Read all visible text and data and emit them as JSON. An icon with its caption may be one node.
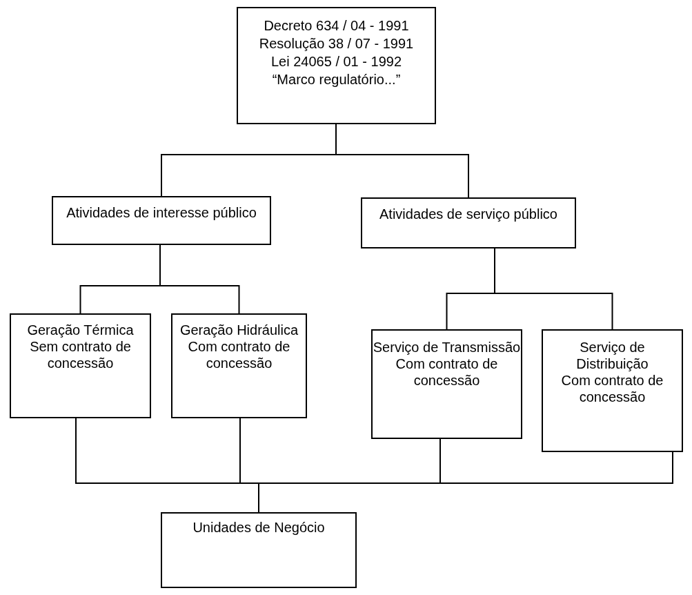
{
  "diagram": {
    "nodes": [
      {
        "text": [
          "Decreto 634 / 04 - 1991",
          "Resolução 38 / 07 - 1991",
          "Lei 24065 / 01 - 1992",
          "“Marco regulatório...”"
        ]
      },
      {
        "text": [
          "Atividades de interesse público"
        ]
      },
      {
        "text": [
          "Atividades de serviço público"
        ]
      },
      {
        "text": [
          "Geração Térmica",
          "Sem contrato de concessão"
        ]
      },
      {
        "text": [
          "Geração Hidráulica",
          "Com contrato de concessão"
        ]
      },
      {
        "text": [
          "Serviço de Transmissão",
          "Com contrato de concessão"
        ]
      },
      {
        "text": [
          "Serviço de Distribuição",
          "Com contrato de concessão"
        ]
      },
      {
        "text": [
          "Unidades de Negócio"
        ]
      }
    ],
    "edges": [
      {
        "from": 0,
        "to": 1,
        "arrow": "none"
      },
      {
        "from": 0,
        "to": 2,
        "arrow": "none"
      },
      {
        "from": 1,
        "to": 3,
        "arrow": "none"
      },
      {
        "from": 1,
        "to": 4,
        "arrow": "none"
      },
      {
        "from": 2,
        "to": 5,
        "arrow": "none"
      },
      {
        "from": 2,
        "to": 6,
        "arrow": "none"
      },
      {
        "from": 3,
        "to": 7,
        "arrow": "none"
      },
      {
        "from": 4,
        "to": 7,
        "arrow": "none"
      },
      {
        "from": 5,
        "to": 7,
        "arrow": "none"
      },
      {
        "from": 6,
        "to": 7,
        "arrow": "none"
      }
    ]
  }
}
